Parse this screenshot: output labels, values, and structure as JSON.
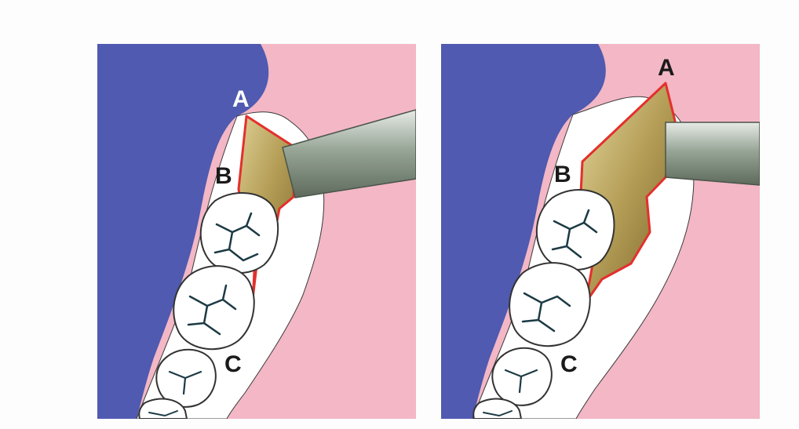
{
  "figure": {
    "panels": [
      {
        "id": "left",
        "labels": {
          "a": "A",
          "b": "B",
          "c": "C"
        }
      },
      {
        "id": "right",
        "labels": {
          "a": "A",
          "b": "B",
          "c": "C"
        }
      }
    ]
  },
  "colors": {
    "palate": "#4f5ab0",
    "gingiva": "#f3b7c6",
    "tissue_white": "#ffffff",
    "incision": "#e3302d",
    "instrument": "#8f9b8e",
    "excised_tissue": "#b19a55",
    "tooth_outline": "#333333"
  }
}
